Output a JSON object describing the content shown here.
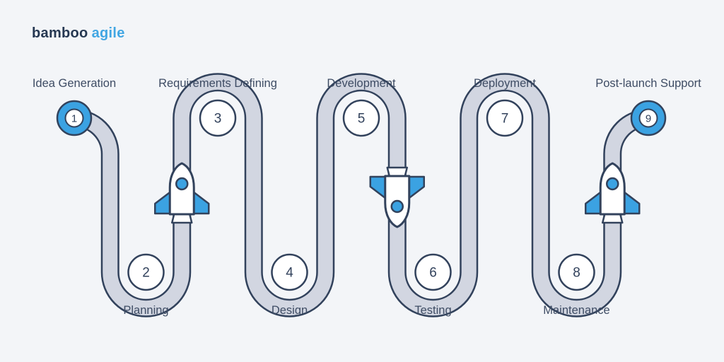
{
  "logo": {
    "part1": "bamboo",
    "part2": "agile"
  },
  "colors": {
    "background": "#F3F5F8",
    "accent_blue": "#3BA2E2",
    "outline_navy": "#32425C",
    "path_fill": "#D2D6E1",
    "label_text": "#3E4C64",
    "node_fill": "#FFFFFF"
  },
  "diagram": {
    "stages": [
      {
        "number": "1",
        "label": "Idea Generation",
        "row": "top",
        "highlighted": true
      },
      {
        "number": "2",
        "label": "Planning",
        "row": "bottom",
        "highlighted": false
      },
      {
        "number": "3",
        "label": "Requirements Defining",
        "row": "top",
        "highlighted": false
      },
      {
        "number": "4",
        "label": "Design",
        "row": "bottom",
        "highlighted": false
      },
      {
        "number": "5",
        "label": "Development",
        "row": "top",
        "highlighted": false
      },
      {
        "number": "6",
        "label": "Testing",
        "row": "bottom",
        "highlighted": false
      },
      {
        "number": "7",
        "label": "Deployment",
        "row": "top",
        "highlighted": false
      },
      {
        "number": "8",
        "label": "Maintenance",
        "row": "bottom",
        "highlighted": false
      },
      {
        "number": "9",
        "label": "Post-launch Support",
        "row": "top",
        "highlighted": true
      }
    ],
    "rockets": [
      {
        "direction": "up",
        "between": [
          1,
          2
        ]
      },
      {
        "direction": "down",
        "between": [
          4,
          5
        ]
      },
      {
        "direction": "up",
        "between": [
          7,
          8
        ]
      }
    ]
  }
}
